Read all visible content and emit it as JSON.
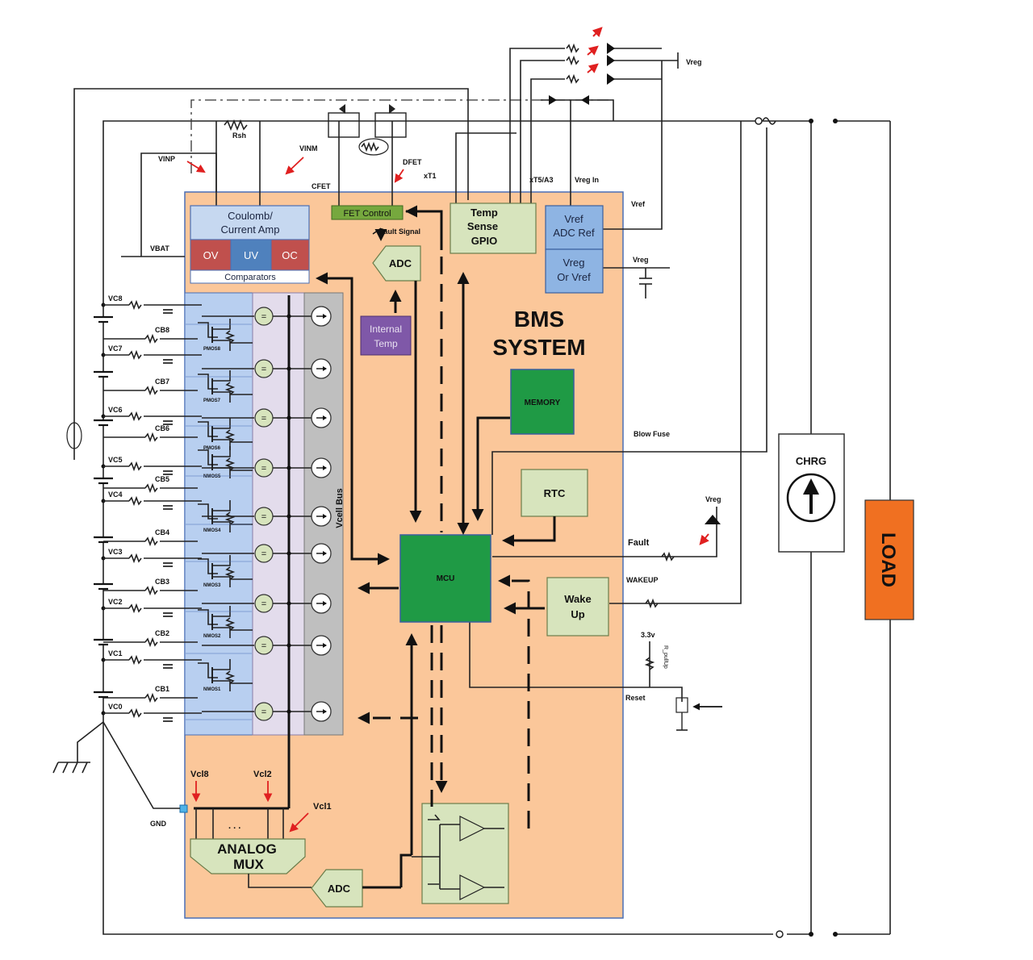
{
  "diagram": {
    "system_title": [
      "BMS",
      "SYSTEM"
    ],
    "blocks": {
      "coulomb": [
        "Coulomb/",
        "Current Amp"
      ],
      "ov": "OV",
      "uv": "UV",
      "oc": "OC",
      "comparators": "Comparators",
      "fet_control": "FET Control",
      "temp_sense": [
        "Temp",
        "Sense",
        "GPIO"
      ],
      "vref_adc": [
        "Vref",
        "ADC Ref"
      ],
      "vreg_vref": [
        "Vreg",
        "Or Vref"
      ],
      "adc_top": "ADC",
      "internal_temp": [
        "Internal",
        "Temp"
      ],
      "memory": "MEMORY",
      "rtc": "RTC",
      "mcu": "MCU",
      "wake_up": [
        "Wake",
        "Up"
      ],
      "vcell_bus": "Vcell Bus",
      "analog_mux": [
        "ANALOG",
        "MUX"
      ],
      "adc_bottom": "ADC",
      "chrg": "CHRG",
      "load": "LOAD"
    },
    "labels": {
      "rsh": "Rsh",
      "vinp": "VINP",
      "vinm": "VINM",
      "cfet": "CFET",
      "dfet": "DFET",
      "xt1": "xT1",
      "xt5": "xT5/A3",
      "vreg_in": "Vreg In",
      "vref": "Vref",
      "vreg_top": "Vreg",
      "vreg_mid": "Vreg",
      "vreg_fault": "Vreg",
      "fault_signal": "Fault Signal",
      "vbat": "VBAT",
      "blow_fuse": "Blow Fuse",
      "fault": "Fault",
      "wakeup": "WAKEUP",
      "v33": "3.3v",
      "r_pullup": "R_pullUp",
      "reset": "Reset",
      "gnd": "GND",
      "vcl8": "Vcl8",
      "vcl2": "Vcl2",
      "vcl1": "Vcl1",
      "dots": ". . ."
    },
    "vc_labels": [
      "VC8",
      "VC7",
      "VC6",
      "VC5",
      "VC4",
      "VC3",
      "VC2",
      "VC1",
      "VC0"
    ],
    "cb_labels": [
      "CB8",
      "CB7",
      "CB6",
      "CB5",
      "CB4",
      "CB3",
      "CB2",
      "CB1"
    ],
    "switch_labels": [
      "PMOS8",
      "PMOS7",
      "PMOS6",
      "NMOS5",
      "NMOS4",
      "NMOS3",
      "NMOS2",
      "NMOS1"
    ],
    "colors": {
      "bms_fill": "#fbc79a",
      "coulomb_fill": "#c6d8f0",
      "ov_oc": "#c0504d",
      "uv": "#4f81bd",
      "temp_fill": "#d7e4bd",
      "vref_fill": "#8eb4e3",
      "internal_temp": "#7f58a8",
      "mcu_memory": "#1f9a45",
      "fet_control": "#76a83e",
      "vcell_bus": "#bfbfbf",
      "load": "#f07021",
      "led_arrow": "#e02020"
    }
  }
}
